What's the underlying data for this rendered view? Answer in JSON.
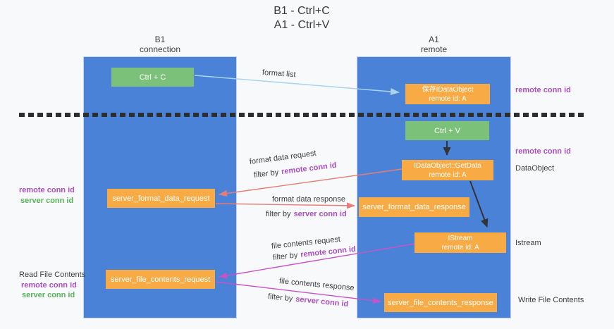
{
  "title": {
    "line1": "B1 - Ctrl+C",
    "line2": "A1 - Ctrl+V"
  },
  "columns": {
    "left": {
      "name": "B1",
      "role": "connection"
    },
    "right": {
      "name": "A1",
      "role": "remote"
    }
  },
  "boxes": {
    "ctrl_c": {
      "label": "Ctrl + C"
    },
    "save_dataobject": {
      "line1": "保存IDataObject",
      "line2": "remote id: A"
    },
    "ctrl_v": {
      "label": "Ctrl + V"
    },
    "getdata": {
      "line1": "IDataObject::GetData",
      "line2": "remote id: A"
    },
    "format_request": {
      "label": "server_format_data_request"
    },
    "format_response": {
      "label": "server_format_data_response"
    },
    "istream": {
      "line1": "IStream",
      "line2": "remote id: A"
    },
    "file_request": {
      "label": "server_file_contents_request"
    },
    "file_response": {
      "label": "server_file_contents_response"
    }
  },
  "annotations": {
    "format_list": "format list",
    "format_data_request": "format data request",
    "format_data_response": "format data response",
    "file_contents_request": "file contents request",
    "file_contents_response": "file contents response",
    "filter_by": "filter by",
    "remote_conn_id": "remote conn id",
    "server_conn_id": "server conn id"
  },
  "side_labels": {
    "left": {
      "remote_conn_id": "remote conn id",
      "server_conn_id": "server conn id",
      "read_file_contents": "Read File Contents",
      "remote_conn_id_2": "remote conn id",
      "server_conn_id_2": "server conn id"
    },
    "right": {
      "remote_conn_id_top": "remote conn id",
      "remote_conn_id_mid": "remote conn id",
      "dataobject": "DataObject",
      "istream": "Istream",
      "write_file_contents": "Write File Contents"
    }
  },
  "colors": {
    "column_blue": "#4a82d8",
    "box_green": "#7cc17a",
    "box_orange": "#f8ab44",
    "arrow_light_blue": "#aad4f0",
    "arrow_red": "#e87c76",
    "arrow_magenta": "#c853c8",
    "arrow_black": "#333333",
    "label_purple": "#ab4fc0",
    "label_green": "#58b158",
    "text_dark": "#3f3f3f",
    "background": "#f8f9fa"
  }
}
